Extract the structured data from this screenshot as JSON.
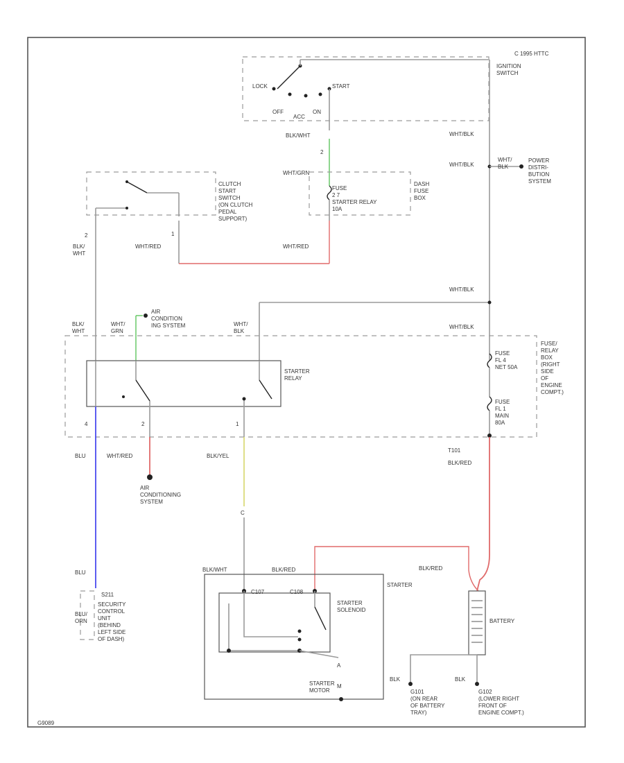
{
  "colors": {
    "wire": "#9a9a9a",
    "red": "#e06a6a",
    "green": "#5ec45e",
    "blue": "#4a4aee",
    "yellow": "#d6d66a"
  },
  "copyright": "C 1995 HTTC",
  "ignition": {
    "name": "IGNITION\nSWITCH",
    "lock": "LOCK",
    "start": "START",
    "off": "OFF",
    "acc": "ACC",
    "on": "ON",
    "wire_down": "BLK/WHT",
    "wire_right": "WHT/BLK",
    "pin": "2"
  },
  "clutch": {
    "name": "CLUTCH\nSTART\nSWITCH\n(ON CLUTCH\nPEDAL\nSUPPORT)",
    "pin_left": "2",
    "pin_right": "1",
    "wire_left": "BLK/\nWHT",
    "wire_right": "WHT/RED"
  },
  "dash_fuse": {
    "name": "DASH\nFUSE\nBOX",
    "wire_in": "WHT/GRN",
    "fuse": "FUSE\n2 7\nSTARTER RELAY\n10A",
    "wire_out": "WHT/RED"
  },
  "power_dist": {
    "wire_a": "WHT/BLK",
    "wire_b": "WHT/\nBLK",
    "name": "POWER\nDISTRI-\nBUTION\nSYSTEM"
  },
  "relay_box": {
    "name": "FUSE/\nRELAY\nBOX\n(RIGHT\nSIDE\nOF\nENGINE\nCOMPT.)",
    "wire_top": "WHT/BLK",
    "fuse_a": "FUSE\nFL 4\nNET 50A",
    "fuse_b": "FUSE\nFL 1\nMAIN\n80A",
    "splice": "T101",
    "wire_down": "BLK/RED"
  },
  "starter_relay": {
    "name": "STARTER\nRELAY",
    "pin1": "4",
    "pin2": "2",
    "pin3": "1"
  },
  "ac": {
    "label_top": "AIR\nCONDITION\nING SYSTEM",
    "wire_top": "WHT/\nGRN",
    "wire_mid": "WHT/\nBLK",
    "wire_left": "BLK/\nWHT",
    "wire_red": "WHT/RED",
    "label_bottom": "AIR\nCONDITIONING\nSYSTEM"
  },
  "wires": {
    "blu": "BLU",
    "blu2": "BLU",
    "blkyel": "BLK/YEL",
    "pin_c": "C",
    "blkwht": "BLK/WHT",
    "blkred": "BLK/RED",
    "blkred2": "BLK/RED",
    "blk1": "BLK",
    "blk2": "BLK"
  },
  "security": {
    "splice": "S211",
    "name": "SECURITY\nCONTROL\nUNIT\n(BEHIND\nLEFT SIDE\nOF DASH)",
    "wire": "BLU/\nORN"
  },
  "starter": {
    "name": "STARTER",
    "solenoid": "STARTER\nSOLENOID",
    "motor": "STARTER\nMOTOR",
    "term_a": "C107",
    "term_b": "C108",
    "m_a": "A",
    "m_b": "M"
  },
  "battery": {
    "name": "BATTERY"
  },
  "grounds": {
    "g1": "G101\n(ON REAR\nOF BATTERY\nTRAY)",
    "g2": "G102\n(LOWER RIGHT\nFRONT OF\nENGINE COMPT.)"
  },
  "figure_id": "G9089"
}
